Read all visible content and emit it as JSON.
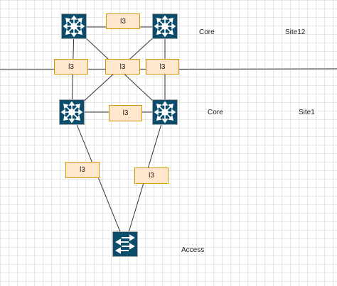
{
  "link_label": "l3",
  "zones": {
    "site12": {
      "role": "Core",
      "name": "Site12"
    },
    "site1": {
      "role": "Core",
      "name": "Site1"
    },
    "access": {
      "role": "Access"
    }
  },
  "colors": {
    "device": "#0c4d6b",
    "device_border": "#a6a6a6",
    "line": "#333333",
    "label_fill": "#ffe6cc",
    "label_border": "#d79b00",
    "grid": "#e6e6e6"
  },
  "nodes": [
    {
      "id": "site12-core-1",
      "type": "layer3-switch",
      "icon": "router-arrows-icon"
    },
    {
      "id": "site12-core-2",
      "type": "layer3-switch",
      "icon": "router-arrows-icon"
    },
    {
      "id": "site1-core-1",
      "type": "layer3-switch",
      "icon": "router-arrows-icon"
    },
    {
      "id": "site1-core-2",
      "type": "layer3-switch",
      "icon": "router-arrows-icon"
    },
    {
      "id": "access-switch",
      "type": "layer2-switch",
      "icon": "switch-arrows-icon"
    }
  ],
  "links": [
    {
      "from": "site12-core-1",
      "to": "site12-core-2",
      "label": "l3"
    },
    {
      "from": "site12-core-1",
      "to": "site1-core-1",
      "label": "l3"
    },
    {
      "from": "site12-core-1",
      "to": "site1-core-2",
      "label": "l3"
    },
    {
      "from": "site12-core-2",
      "to": "site1-core-1",
      "label": "l3"
    },
    {
      "from": "site12-core-2",
      "to": "site1-core-2",
      "label": "l3"
    },
    {
      "from": "site1-core-1",
      "to": "site1-core-2",
      "label": "l3"
    },
    {
      "from": "site1-core-1",
      "to": "access-switch",
      "label": "l3"
    },
    {
      "from": "site1-core-2",
      "to": "access-switch",
      "label": "l3"
    }
  ]
}
